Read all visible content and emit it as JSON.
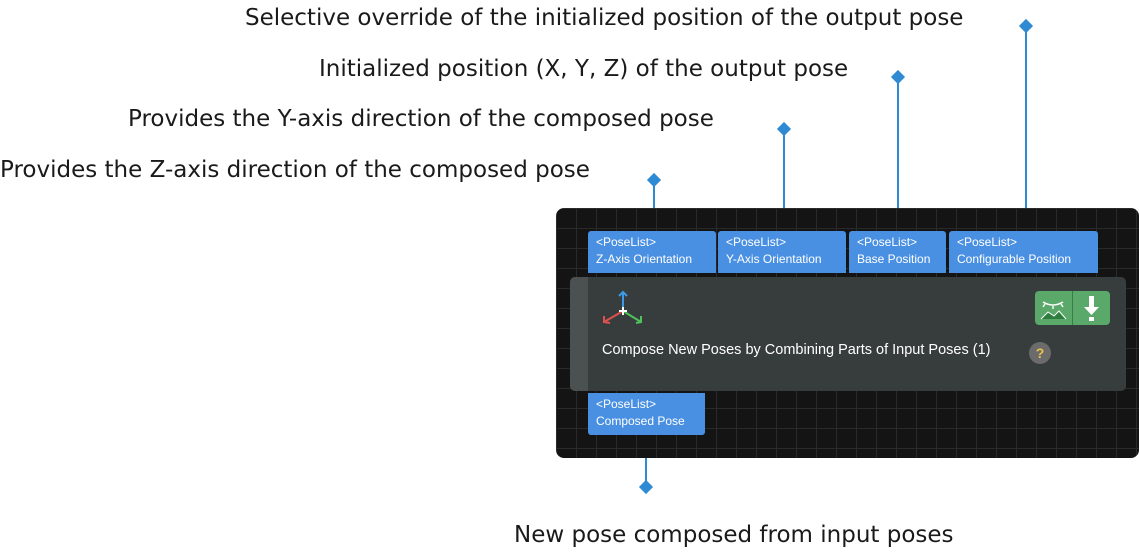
{
  "callouts": {
    "selective_override": "Selective override of the initialized position of the output pose",
    "initialized_position": "Initialized position (X, Y, Z) of the output pose",
    "y_axis": "Provides the Y-axis direction of the composed pose",
    "z_axis": "Provides the Z-axis direction of the composed pose",
    "output": "New pose composed from input poses"
  },
  "node": {
    "title": "Compose New Poses by Combining Parts of Input Poses (1)",
    "help": "?",
    "inputs": [
      {
        "type": "<PoseList>",
        "label": "Z-Axis Orientation"
      },
      {
        "type": "<PoseList>",
        "label": "Y-Axis Orientation"
      },
      {
        "type": "<PoseList>",
        "label": "Base Position"
      },
      {
        "type": "<PoseList>",
        "label": "Configurable Position"
      }
    ],
    "output": {
      "type": "<PoseList>",
      "label": "Composed Pose"
    },
    "icons": {
      "step": "axis-icon",
      "visualize": "visualize-icon",
      "save": "download-icon"
    }
  },
  "colors": {
    "accent": "#2f8ad4",
    "port": "#4a90e2",
    "node": "#373d3d",
    "canvas": "#141414",
    "button": "#5aa86a"
  }
}
